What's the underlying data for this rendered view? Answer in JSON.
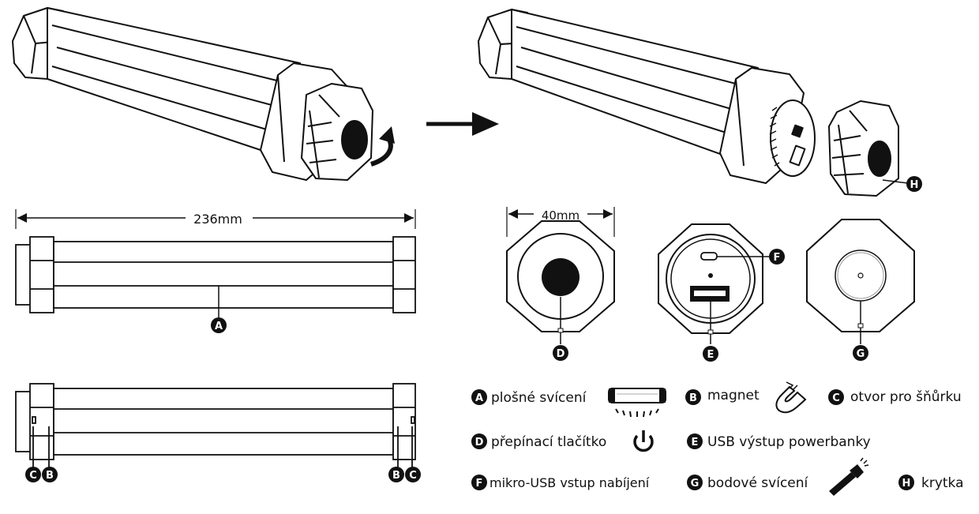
{
  "dimensions": {
    "length": "236mm",
    "diameter": "40mm"
  },
  "callout_letters": {
    "a": "A",
    "b": "B",
    "c": "C",
    "d": "D",
    "e": "E",
    "f": "F",
    "g": "G",
    "h": "H"
  },
  "legend": {
    "a": {
      "letter": "A",
      "text": "plošné svícení",
      "icon": "tube-light-icon"
    },
    "b": {
      "letter": "B",
      "text": "magnet",
      "icon": "magnet-icon"
    },
    "c": {
      "letter": "C",
      "text": "otvor pro šňůrku"
    },
    "d": {
      "letter": "D",
      "text": "přepínací tlačítko",
      "icon": "power-icon"
    },
    "e": {
      "letter": "E",
      "text": "USB výstup powerbanky"
    },
    "f": {
      "letter": "F",
      "text": "mikro-USB vstup nabíjení"
    },
    "g": {
      "letter": "G",
      "text": "bodové svícení",
      "icon": "flashlight-icon"
    },
    "h": {
      "letter": "H",
      "text": "krytka"
    }
  },
  "colors": {
    "line": "#1a1a1a",
    "fill": "#ffffff",
    "badge": "#111111"
  }
}
